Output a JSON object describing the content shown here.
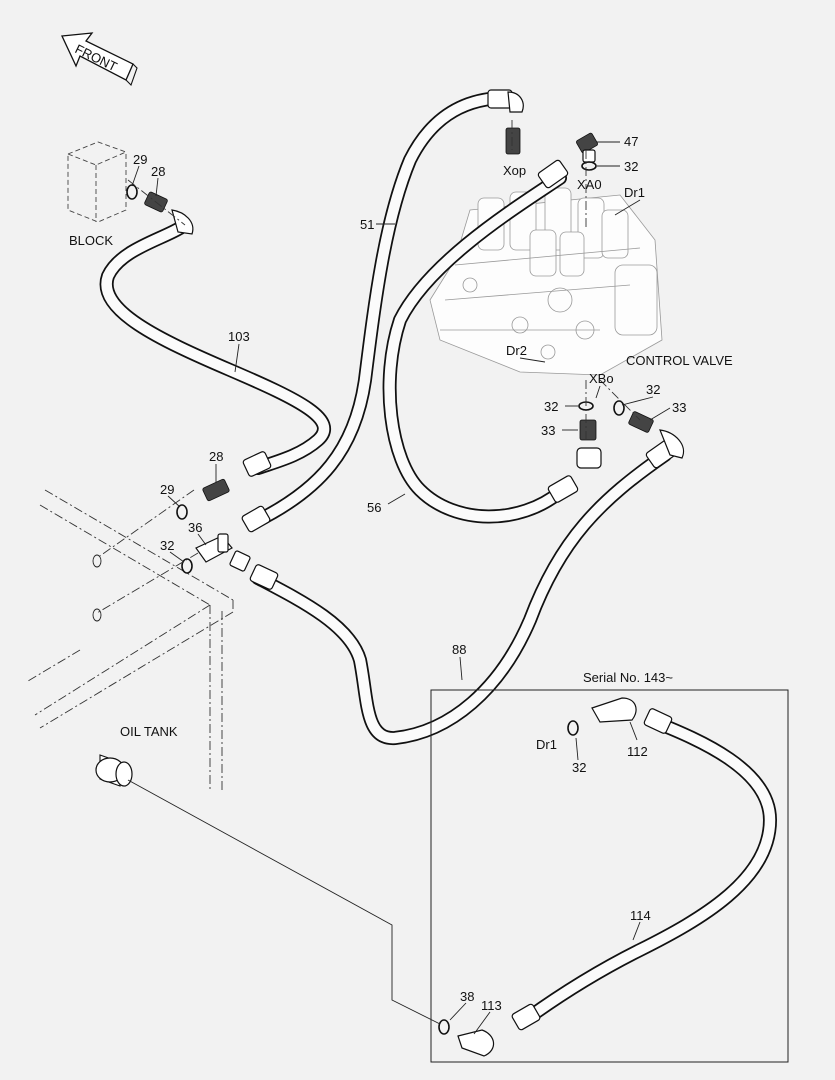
{
  "orientation": {
    "front_label": "FRONT"
  },
  "components": {
    "block_label": "BLOCK",
    "control_valve_label": "CONTROL VALVE",
    "oil_tank_label": "OIL TANK"
  },
  "inset": {
    "title": "Serial No. 143~"
  },
  "ports": {
    "xop": "Xop",
    "xa0": "XA0",
    "dr1": "Dr1",
    "dr2": "Dr2",
    "xbo": "XBo",
    "dr1_inset": "Dr1"
  },
  "callouts": {
    "c29_block": "29",
    "c28_block": "28",
    "c103": "103",
    "c28_mid": "28",
    "c29_mid": "29",
    "c36": "36",
    "c32_left": "32",
    "c51": "51",
    "c47": "47",
    "c32_xa0": "32",
    "c32_right": "32",
    "c33_right": "33",
    "c32_xbo": "32",
    "c33_xbo": "33",
    "c56": "56",
    "c88": "88",
    "c32_inset": "32",
    "c112": "112",
    "c114": "114",
    "c38": "38",
    "c113": "113"
  }
}
